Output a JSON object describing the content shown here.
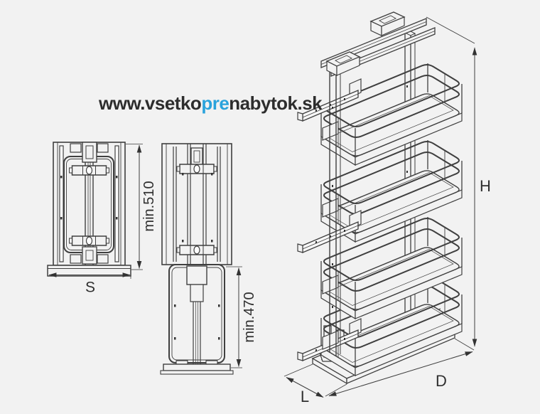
{
  "page": {
    "background_color": "#f2f2f2",
    "line_color": "#3f3f3f",
    "description": "Technical drawing of a pull-out pantry tall unit with four wire baskets: two orthographic top views (closed and extended) and one isometric view with dimension callouts"
  },
  "watermark": {
    "prefix": "www.vsetko",
    "highlight": "pre",
    "suffix": "nabytok.sk",
    "text_color": "#2d2d2d",
    "highlight_color": "#2aa3dc"
  },
  "dimensions": {
    "width_closed": "S",
    "depth_min_closed": "min.510",
    "extension_min": "min.470",
    "height": "H",
    "depth": "D",
    "width": "L"
  }
}
